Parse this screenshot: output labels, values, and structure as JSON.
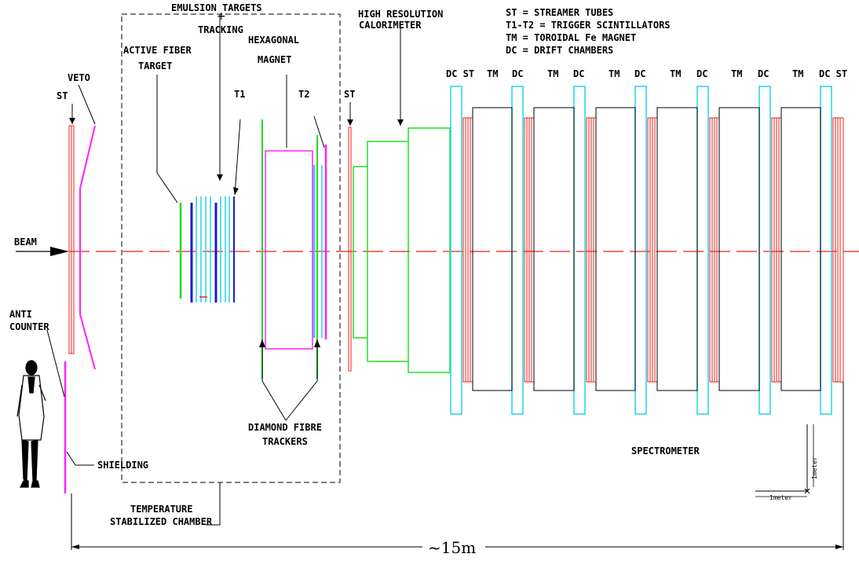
{
  "colors": {
    "red": "#e8241c",
    "magenta": "#ff22ff",
    "green": "#22dd22",
    "blue": "#1a1acc",
    "cyan": "#22d4e6",
    "black": "#000000"
  },
  "labels": {
    "emulsion_targets": "EMULSION TARGETS",
    "tracking": "TRACKING",
    "hexagonal": "HEXAGONAL",
    "magnet": "MAGNET",
    "active_fiber": "ACTIVE FIBER",
    "target": "TARGET",
    "veto": "VETO",
    "st_left": "ST",
    "t1": "T1",
    "t2": "T2",
    "st_mid": "ST",
    "high_resolution": "HIGH RESOLUTION",
    "calorimeter": "CALORIMETER",
    "beam": "BEAM",
    "anti": "ANTI",
    "counter": "COUNTER",
    "shielding": "SHIELDING",
    "diamond_fibre": "DIAMOND FIBRE",
    "trackers": "TRACKERS",
    "temperature": "TEMPERATURE",
    "stabilized_chamber": "STABILIZED CHAMBER",
    "spectrometer": "SPECTROMETER",
    "length": "~15m",
    "one_meter_h": "1meter",
    "one_meter_v": "1meter"
  },
  "legend": [
    "ST = STREAMER TUBES",
    "T1-T2 = TRIGGER SCINTILLATORS",
    "TM = TOROIDAL Fe MAGNET",
    "DC = DRIFT CHAMBERS"
  ],
  "spectrometer_top_labels": [
    "DC ST",
    "TM",
    "DC",
    "TM",
    "DC",
    "TM",
    "DC",
    "TM",
    "DC",
    "TM",
    "DC",
    "TM",
    "DC ST"
  ]
}
